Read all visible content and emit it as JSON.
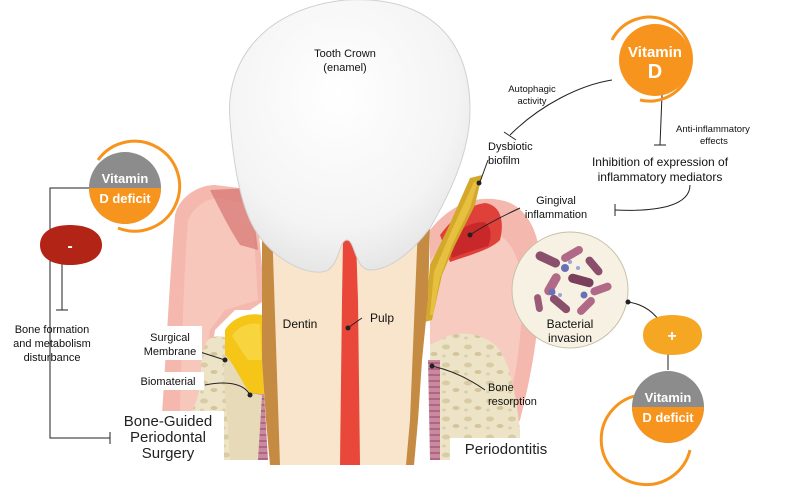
{
  "labels": {
    "tooth_crown_line1": "Tooth Crown",
    "tooth_crown_line2": "(enamel)",
    "dentin": "Dentin",
    "pulp": "Pulp",
    "surgical_membrane_line1": "Surgical",
    "surgical_membrane_line2": "Membrane",
    "biomaterial": "Biomaterial",
    "bone_formation_line1": "Bone formation",
    "bone_formation_line2": "and metabolism",
    "bone_formation_line3": "disturbance",
    "surgery_line1": "Bone-Guided",
    "surgery_line2": "Periodontal",
    "surgery_line3": "Surgery",
    "autophagic_line1": "Autophagic",
    "autophagic_line2": "activity",
    "dysbiotic_line1": "Dysbiotic",
    "dysbiotic_line2": "biofilm",
    "anti_inflammatory_line1": "Anti-inflammatory",
    "anti_inflammatory_line2": "effects",
    "inhibition_line1": "Inhibition of expression of",
    "inhibition_line2": "inflammatory mediators",
    "gingival_line1": "Gingival",
    "gingival_line2": "inflammation",
    "bacterial_line1": "Bacterial",
    "bacterial_line2": "invasion",
    "bone_resorption_line1": "Bone",
    "bone_resorption_line2": "resorption",
    "periodontitis": "Periodontitis"
  },
  "badges": {
    "vitamin_d_top": {
      "line1": "Vitamin",
      "line2": "D"
    },
    "deficit_left": {
      "line1": "Vitamin",
      "line2": "D deficit"
    },
    "deficit_right": {
      "line1": "Vitamin",
      "line2": "D deficit"
    }
  },
  "signs": {
    "minus": "-",
    "plus": "+"
  },
  "colors": {
    "vitamin_orange": "#F7941D",
    "deficit_grey": "#8C8C8C",
    "minus_red": "#B22416",
    "plus_orange": "#F5A623",
    "gum_pink": "#F0A8A0",
    "pulp_red": "#E8473A",
    "membrane_yellow": "#F5C518",
    "bone_beige": "#E8DDC0"
  }
}
